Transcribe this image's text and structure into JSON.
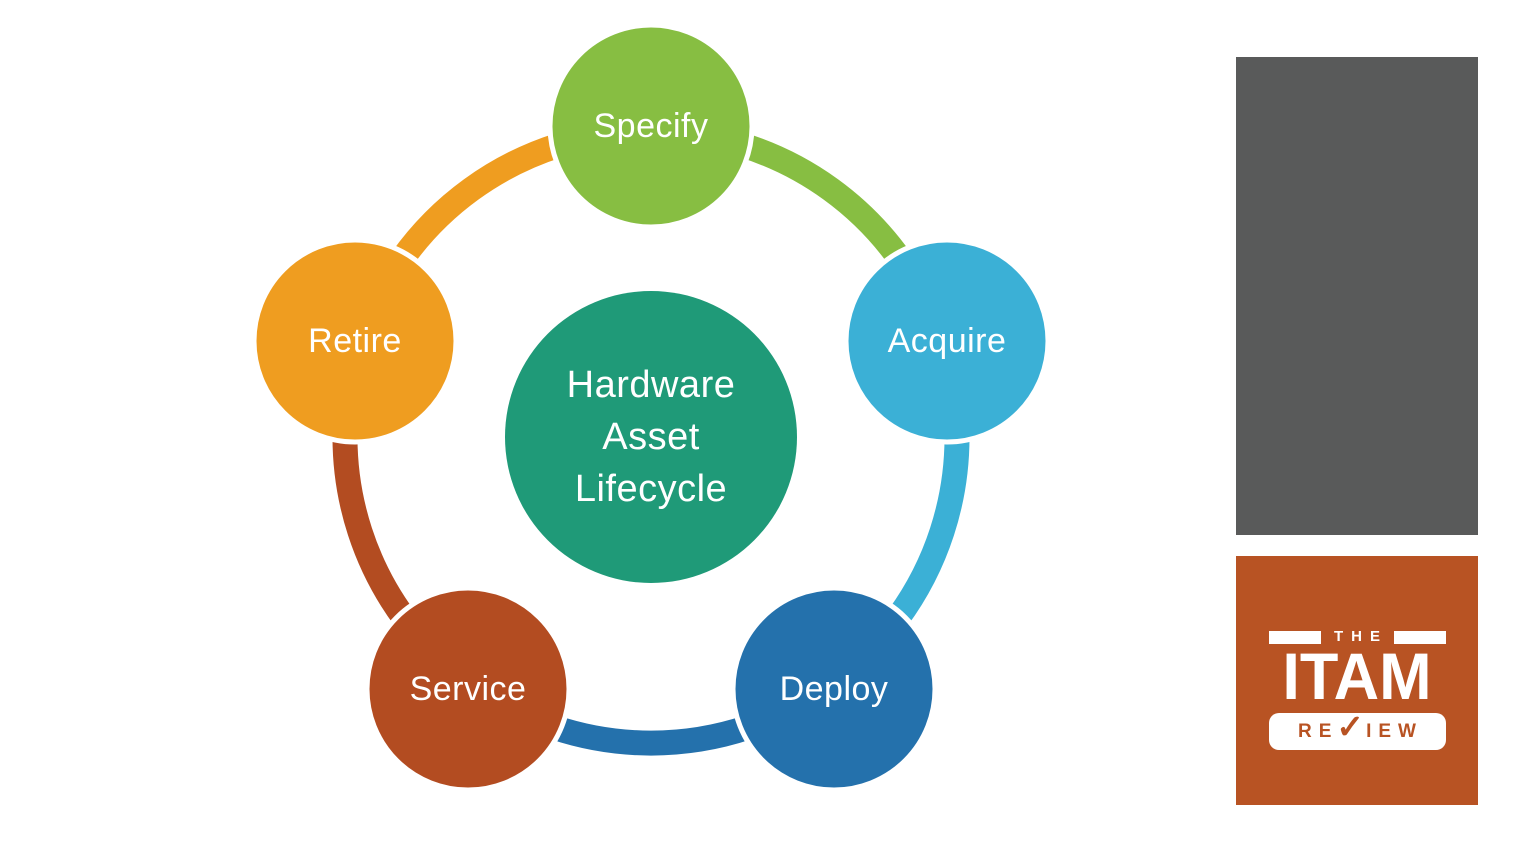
{
  "page": {
    "background": "#FFFFFF"
  },
  "diagram": {
    "title": "Hardware Asset Lifecycle",
    "text_color": "#FFFFFF",
    "center": {
      "lines": [
        "Hardware",
        "Asset",
        "Lifecycle"
      ],
      "fill": "#1F9A78"
    },
    "nodes": [
      {
        "label": "Specify",
        "fill": "#87BE42"
      },
      {
        "label": "Acquire",
        "fill": "#3BB0D6"
      },
      {
        "label": "Deploy",
        "fill": "#2471AC"
      },
      {
        "label": "Service",
        "fill": "#B34C21"
      },
      {
        "label": "Retire",
        "fill": "#EF9D20"
      }
    ],
    "arcs": [
      {
        "name": "specify-to-acquire",
        "stroke": "#87BE42"
      },
      {
        "name": "acquire-to-deploy",
        "stroke": "#3BB0D6"
      },
      {
        "name": "deploy-to-service",
        "stroke": "#2471AC"
      },
      {
        "name": "service-to-retire",
        "stroke": "#B34C21"
      },
      {
        "name": "retire-to-specify",
        "stroke": "#EF9D20"
      }
    ]
  },
  "sidebar": {
    "image_placeholder_color": "#595A5A",
    "logo": {
      "background": "#B85323",
      "white": "#FFFFFF",
      "the": "THE",
      "itam": "ITAM",
      "review": "REVIEW",
      "review_prefix": "RE",
      "review_check": "✓",
      "review_suffix": "IEW",
      "review_text_color": "#B85323"
    }
  }
}
